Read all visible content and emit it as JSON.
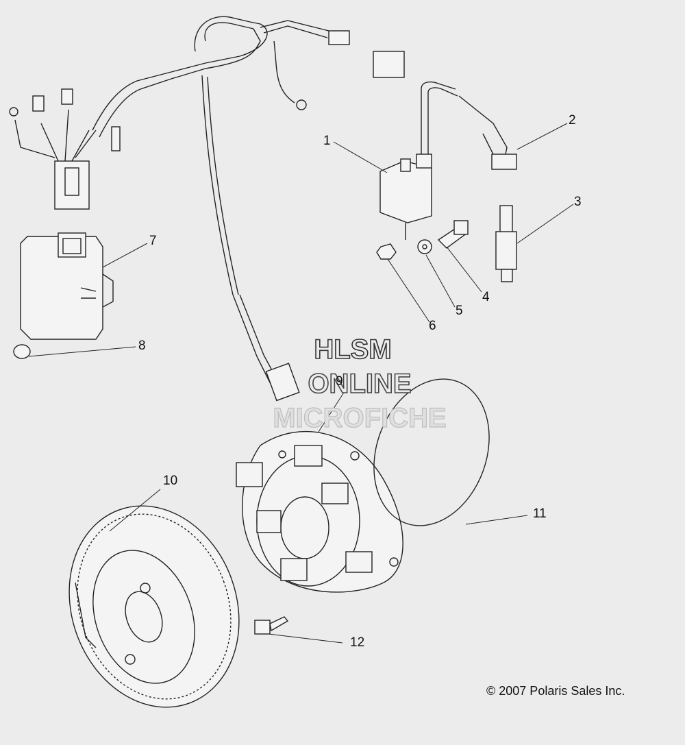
{
  "callouts": [
    "1",
    "2",
    "3",
    "4",
    "5",
    "6",
    "7",
    "8",
    "9",
    "10",
    "11",
    "12"
  ],
  "watermark": {
    "line1": "HLSM",
    "line2": "ONLINE",
    "line3": "MICROFICHE"
  },
  "copyright": "© 2007 Polaris Sales Inc."
}
